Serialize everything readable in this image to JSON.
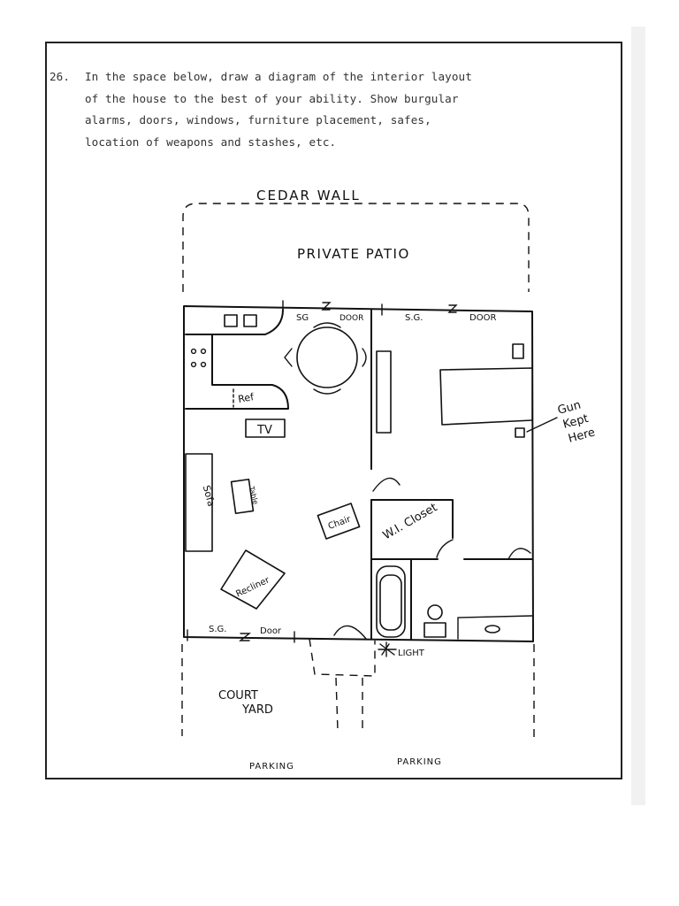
{
  "question": {
    "number": "26.",
    "lines": [
      "In the space below, draw a diagram of the interior layout",
      "of the house to the best of your ability.  Show burgular",
      "alarms, doors, windows, furniture placement, safes,",
      "location of weapons and stashes, etc."
    ]
  },
  "diagram": {
    "cedar_wall": "CEDAR WALL",
    "private_patio": "PRIVATE PATIO",
    "sg_door_left": "SG",
    "door_left": "DOOR",
    "sg_door_right": "S.G.",
    "door_right": "DOOR",
    "ref": "Ref",
    "tv": "TV",
    "sofa": "Sofa",
    "table": "Table",
    "chair": "Chair",
    "recliner": "Recliner",
    "closet": "W.I. Closet",
    "gun_note": [
      "Gun",
      "Kept",
      "Here"
    ],
    "sg_door_bottom": "S.G.",
    "door_bottom": "Door",
    "light": "LIGHT",
    "court_yard": [
      "COURT",
      "YARD"
    ],
    "parking_left": "PARKING",
    "parking_right": "PARKING"
  }
}
